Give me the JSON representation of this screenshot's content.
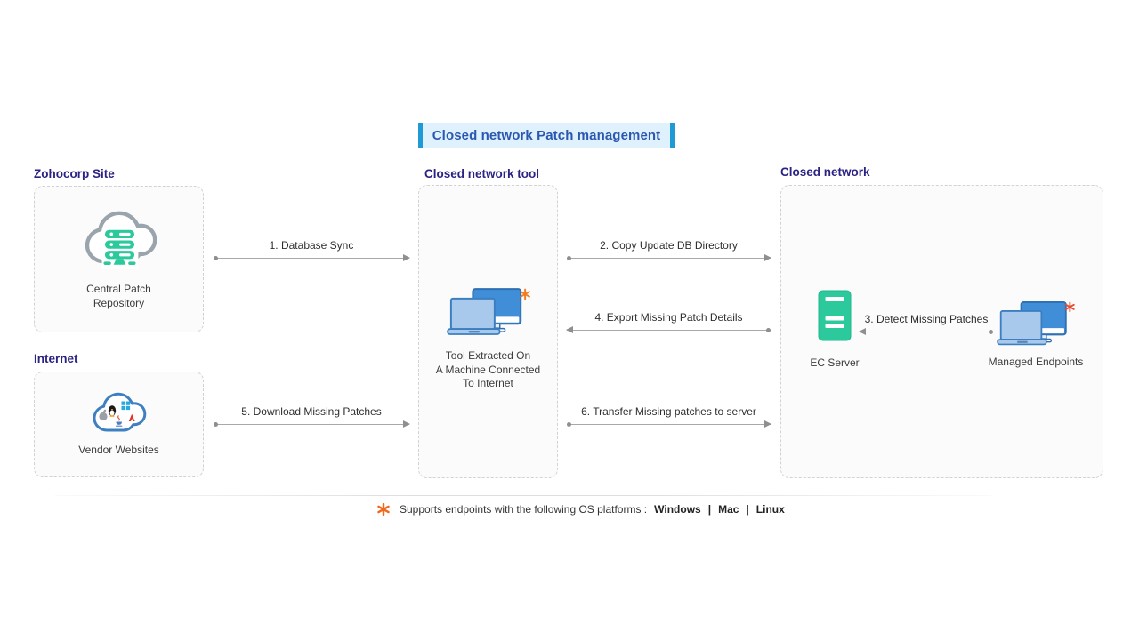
{
  "title": {
    "text": "Closed network Patch management"
  },
  "groups": {
    "zohocorp": {
      "label": "Zohocorp Site",
      "node_label": "Central Patch\nRepository"
    },
    "internet": {
      "label": "Internet",
      "node_label": "Vendor Websites"
    },
    "tool": {
      "label": "Closed network tool",
      "node_label": "Tool Extracted On\nA Machine Connected\nTo Internet"
    },
    "network": {
      "label": "Closed network",
      "server_label": "EC Server",
      "endpoints_label": "Managed Endpoints"
    }
  },
  "arrows": {
    "a1": {
      "label": "1. Database Sync",
      "direction": "right"
    },
    "a2": {
      "label": "2. Copy Update DB Directory",
      "direction": "right"
    },
    "a3": {
      "label": "3. Detect Missing Patches",
      "direction": "left"
    },
    "a4": {
      "label": "4. Export Missing Patch Details",
      "direction": "left"
    },
    "a5": {
      "label": "5. Download Missing Patches",
      "direction": "right"
    },
    "a6": {
      "label": "6. Transfer Missing patches to server",
      "direction": "right"
    }
  },
  "footnote": {
    "text": "Supports endpoints with the following OS platforms :",
    "platforms": [
      "Windows",
      "Mac",
      "Linux"
    ],
    "separator": "|"
  },
  "icons": {
    "repository": "cloud-server-icon",
    "vendor": "cloud-vendor-logos-icon",
    "vendor_logos": [
      "apple-logo-icon",
      "linux-tux-icon",
      "windows-logo-icon",
      "java-logo-icon",
      "adobe-logo-icon"
    ],
    "tool": "laptop-monitor-icon",
    "endpoints": "laptop-monitor-icon",
    "server": "server-tower-icon",
    "footnote": "asterisk-icon"
  },
  "colors": {
    "banner_bg": "#def1fc",
    "banner_bar_blue": "#1f9ad5",
    "title_text": "#2b57b0",
    "heading_indigo": "#2b2383",
    "accent_green": "#2bc99c",
    "device_blue": "#3f8ed7",
    "device_light_blue": "#a9c9ec",
    "asterisk_orange": "#f2691d",
    "asterisk_red": "#e84b2e",
    "arrow_gray": "#8f8f8f"
  }
}
